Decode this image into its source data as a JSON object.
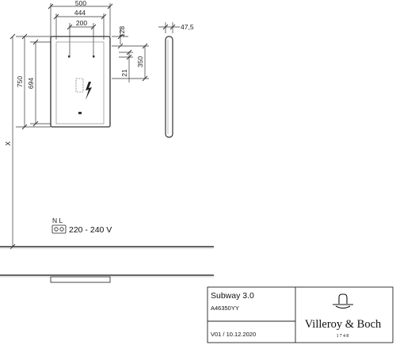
{
  "dimensions": {
    "width_outer": "500",
    "width_inner": "444",
    "switch_spacing": "200",
    "top_offset": "128",
    "height_outer": "750",
    "height_inner": "694",
    "box_height": "350",
    "box_offset": "21",
    "depth": "47,5",
    "floor_distance": "X"
  },
  "electrical": {
    "terminal_labels": "N L",
    "voltage": "220 - 240 V"
  },
  "title_block": {
    "product_name": "Subway 3.0",
    "article_number": "A46350YY",
    "version": "V01 / 10.12.2020",
    "brand_name": "Villeroy & Boch",
    "brand_year": "1748"
  },
  "icons": {
    "lightning": "lightning-bolt-icon",
    "logo": "villeroy-boch-logo-icon"
  }
}
